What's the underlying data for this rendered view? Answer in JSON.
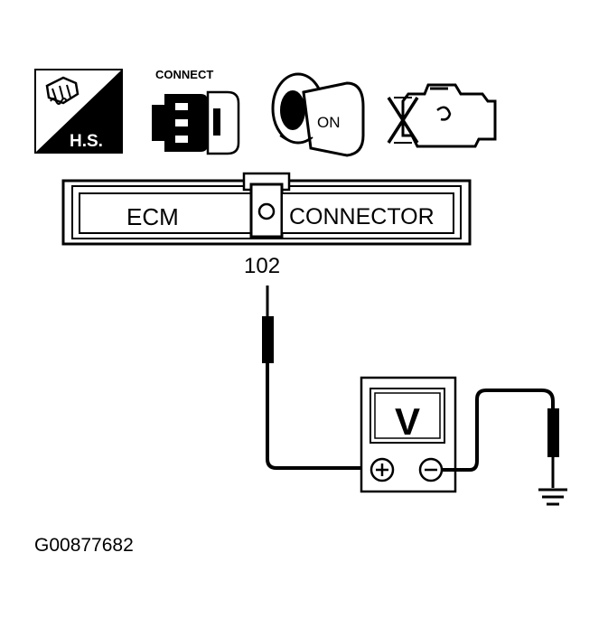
{
  "icons": {
    "hs_label": "H.S.",
    "connect_label": "CONNECT",
    "ignition_label": "ON"
  },
  "connector": {
    "left_label": "ECM",
    "right_label": "CONNECTOR"
  },
  "terminal": "102",
  "meter": {
    "display": "V"
  },
  "figure_id": "G00877682"
}
